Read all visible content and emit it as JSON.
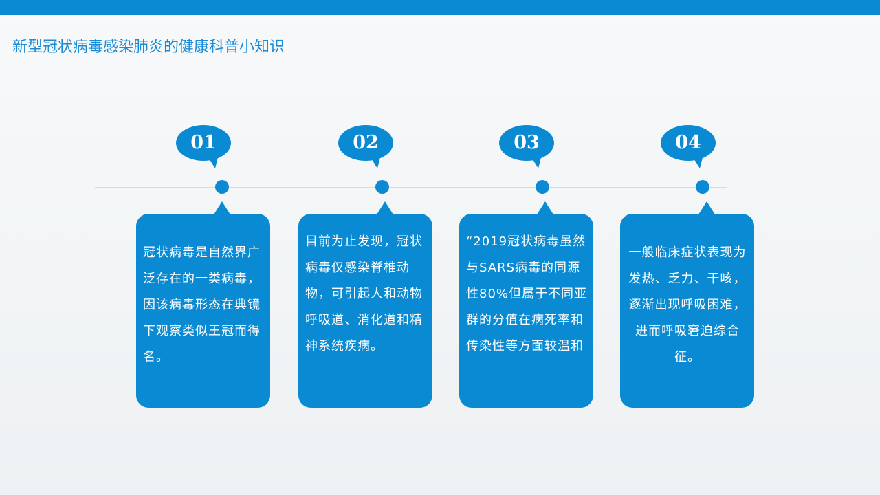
{
  "title": "新型冠状病毒感染肺炎的健康科普小知识",
  "colors": {
    "accent": "#0a8ad3",
    "title": "#1a8bd6",
    "line": "#c8ddef"
  },
  "steps": [
    {
      "number": "01",
      "text": "冠状病毒是自然界广泛存在的一类病毒，因该病毒形态在典镜下观察类似王冠而得名。"
    },
    {
      "number": "02",
      "text": "目前为止发现，冠状病毒仅感染脊椎动物，可引起人和动物呼吸道、消化道和精神系统疾病。"
    },
    {
      "number": "03",
      "text": "“2019冠状病毒虽然与SARS病毒的同源性80%但属于不同亚群的分值在病死率和传染性等方面较温和"
    },
    {
      "number": "04",
      "text": "一般临床症状表现为发热、乏力、干咳，逐渐出现呼吸困难，进而呼吸窘迫综合征。"
    }
  ]
}
